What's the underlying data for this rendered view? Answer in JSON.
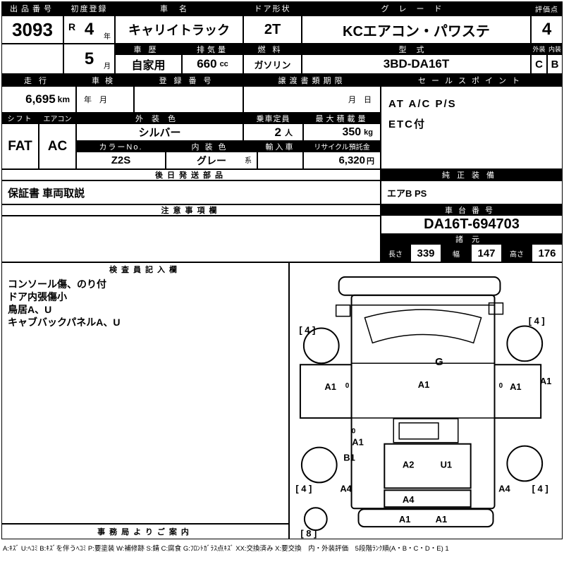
{
  "header": {
    "auction_no": {
      "label": "出品番号",
      "value": "3093"
    },
    "first_reg": {
      "label": "初度登録",
      "era": "R",
      "year": "4",
      "year_unit": "年",
      "month": "5",
      "month_unit": "月"
    },
    "car_name": {
      "label": "車名",
      "value": "キャリイトラック"
    },
    "door": {
      "label": "ドア形状",
      "value": "2T"
    },
    "grade": {
      "label": "グレード",
      "value": "KCエアコン・パワステ"
    },
    "score": {
      "label": "評価点",
      "value": "4"
    },
    "history": {
      "label": "車歴",
      "value": "自家用"
    },
    "displacement": {
      "label": "排気量",
      "value": "660",
      "unit": "cc"
    },
    "fuel": {
      "label": "燃料",
      "value": "ガソリン"
    },
    "model": {
      "label": "型式",
      "value": "3BD-DA16T"
    },
    "exterior": {
      "label": "外装",
      "value": "C"
    },
    "interior": {
      "label": "内装",
      "value": "B"
    }
  },
  "status": {
    "mileage": {
      "label": "走行",
      "value": "6,695",
      "unit": "km"
    },
    "inspection": {
      "label": "車検",
      "value": "年　月"
    },
    "reg_no": {
      "label": "登録番号",
      "value": ""
    },
    "transfer": {
      "label": "譲渡書類期限",
      "value": "月　日"
    },
    "sales_point": {
      "label": "セールスポイント",
      "line1": "AT A/C P/S",
      "line2": "ETC付"
    }
  },
  "body": {
    "shift": {
      "label": "シフト",
      "value": "FAT"
    },
    "aircon": {
      "label": "エアコン",
      "value": "AC"
    },
    "ext_color": {
      "label": "外装色",
      "value": "シルバー"
    },
    "capacity": {
      "label": "乗車定員",
      "value": "2",
      "unit": "人"
    },
    "max_load": {
      "label": "最大積載量",
      "value": "350",
      "unit": "kg"
    },
    "color_no": {
      "label": "カラーNo.",
      "value": "Z2S"
    },
    "int_color": {
      "label": "内装色",
      "value": "グレー",
      "suffix": "系"
    },
    "import_car": {
      "label": "輸入車",
      "value": ""
    },
    "recycle": {
      "label": "リサイクル預託金",
      "value": "6,320",
      "unit": "円"
    },
    "later_parts": {
      "label": "後日発送部品",
      "value": "保証書 車両取説"
    },
    "genuine": {
      "label": "純正装備",
      "value": "エアB PS"
    },
    "notes": {
      "label": "注意事項欄",
      "value": ""
    },
    "chassis": {
      "label": "車台番号",
      "value": "DA16T-694703"
    },
    "specs": {
      "label": "諸元",
      "length_label": "長さ",
      "length": "339",
      "width_label": "幅",
      "width": "147",
      "height_label": "高さ",
      "height": "176"
    }
  },
  "inspector": {
    "label": "検査員記入欄",
    "lines": [
      "コンソール傷、のり付",
      "ドア内張傷小",
      "鳥居A、U",
      "キャブバックパネルA、U"
    ]
  },
  "office": {
    "label": "事務局よりご案内"
  },
  "diagram": {
    "fl": "[ 4 ]",
    "fr": "[ 4 ]",
    "rl": "[ 4 ]",
    "rr": "[ 4 ]",
    "spare": "[ 8 ]",
    "glass": "G",
    "door_l_dot": "0",
    "door_l": "A1",
    "cab": "A1",
    "door_r_dot": "0",
    "door_r": "A1",
    "side_r": "A1",
    "mid_dot": "0",
    "mid": "A1",
    "b1": "B1",
    "a2": "A2",
    "u1": "U1",
    "a4_l": "A4",
    "a4_c": "A4",
    "a4_r": "A4",
    "rb_l": "A1",
    "rb_r": "A1"
  },
  "legend": "A:ｷｽﾞ U:ﾍｺﾐ B:ｷｽﾞを伴うﾍｺﾐ P:要塗装 W:補修跡 S:錆 C:腐食 G:ﾌﾛﾝﾄｶﾞﾗｽ点ｷｽﾞ XX:交換済み X:要交換　内・外装評価　5段階ﾗﾝｸ順(A・B・C・D・E) 1"
}
